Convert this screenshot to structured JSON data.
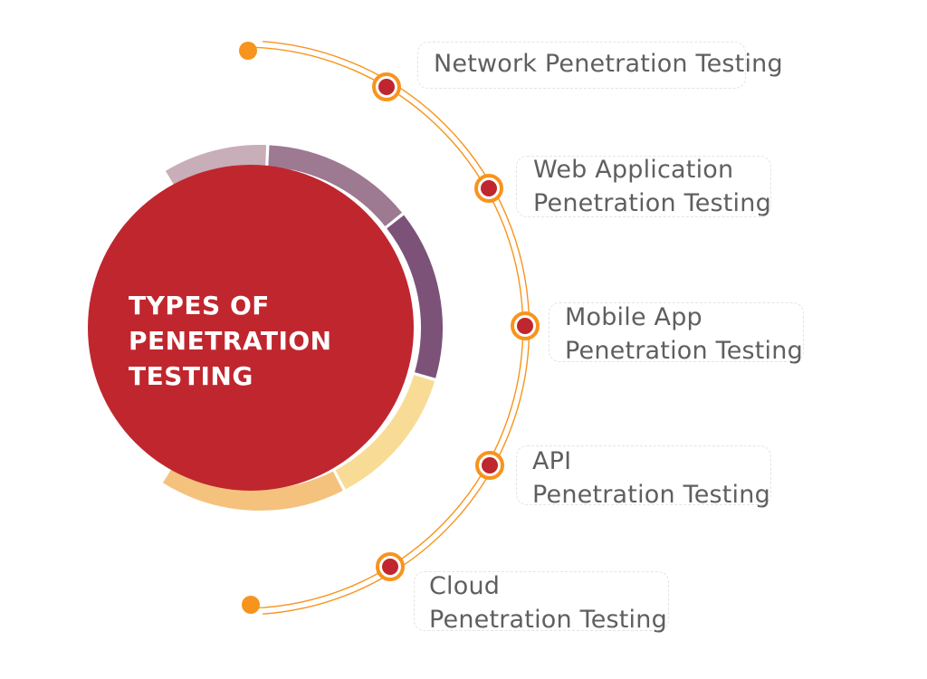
{
  "center": {
    "lines": [
      "TYPES OF",
      "PENETRATION",
      "TESTING"
    ]
  },
  "items": [
    {
      "lines": [
        "Network Penetration Testing"
      ]
    },
    {
      "lines": [
        "Web Application",
        "Penetration Testing"
      ]
    },
    {
      "lines": [
        "Mobile App",
        "Penetration Testing"
      ]
    },
    {
      "lines": [
        "API",
        "Penetration Testing"
      ]
    },
    {
      "lines": [
        "Cloud",
        "Penetration Testing"
      ]
    }
  ],
  "colors": {
    "center_circle": "#c0262e",
    "ring_light_mauve": "#c8aeb8",
    "ring_mauve": "#9d7a91",
    "ring_purple": "#7c5279",
    "ring_pale_yellow": "#f8dc96",
    "ring_light_orange": "#f4c27d",
    "arc_line": "#f7941d",
    "node_fill": "#c0262e",
    "label_text": "#5f5f5f"
  }
}
